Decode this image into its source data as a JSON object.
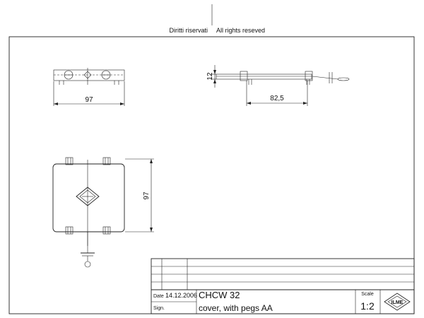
{
  "header": {
    "left_note": "Diritti riservati",
    "right_note": "All rights reseved"
  },
  "views": {
    "top_view": {
      "width_dim": "97"
    },
    "side_view": {
      "height_dim": "12",
      "length_dim": "82,5"
    },
    "front_view": {
      "height_dim": "97"
    }
  },
  "title_block": {
    "date_label": "Date",
    "date_value": "14.12.2006",
    "sign_label": "Sign.",
    "code": "CHCW 32",
    "description": "cover, with pegs AA",
    "scale_label": "Scale",
    "scale_value": "1:2",
    "logo_text": "ILME"
  }
}
